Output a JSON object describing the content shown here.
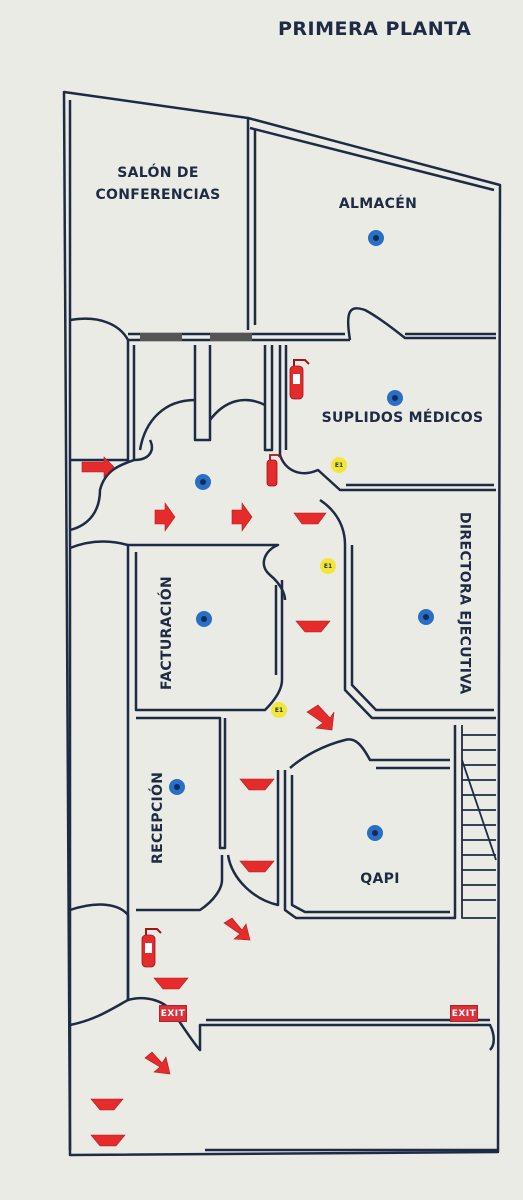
{
  "header": {
    "title": "PRIMERA PLANTA"
  },
  "rooms": {
    "conference": "SALÓN DE CONFERENCIAS",
    "storage": "ALMACÉN",
    "medical_supplies": "SUPLIDOS MÉDICOS",
    "billing": "FACTURACIÓN",
    "executive_director": "DIRECTORA EJECUTIVA",
    "reception": "RECEPCIÓN",
    "qapi": "QAPI"
  },
  "signs": {
    "exit": "EXIT",
    "extinguisher_code": "E1"
  },
  "colors": {
    "wall": "#1f2a44",
    "arrow": "#e52b2b",
    "marker": "#2a6fc4",
    "extinguisher": "#e52b2b",
    "extinguisher_sign": "#f2e63a"
  },
  "icons": [
    "evacuation-arrow-icon",
    "you-are-here-marker-icon",
    "fire-extinguisher-icon",
    "exit-sign-icon",
    "e1-sign-icon"
  ]
}
